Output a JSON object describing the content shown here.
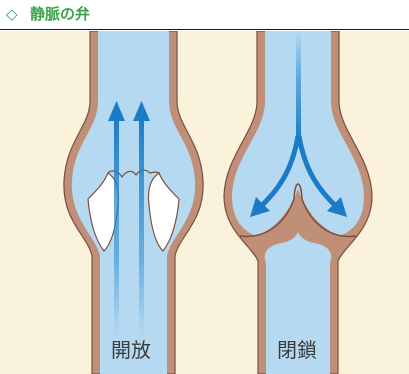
{
  "header": {
    "icon": "diamond-outline-icon",
    "title": "静脈の弁"
  },
  "figure": {
    "left_vein": {
      "label": "開放"
    },
    "right_vein": {
      "label": "閉鎖"
    }
  },
  "colors": {
    "background": "#fbf2dc",
    "vessel_wall": "#bf8f78",
    "vessel_wall_outline": "#7a4f3e",
    "blood": "#b6d9f2",
    "arrow": "#2a8bd0",
    "title": "#3aa54a"
  }
}
